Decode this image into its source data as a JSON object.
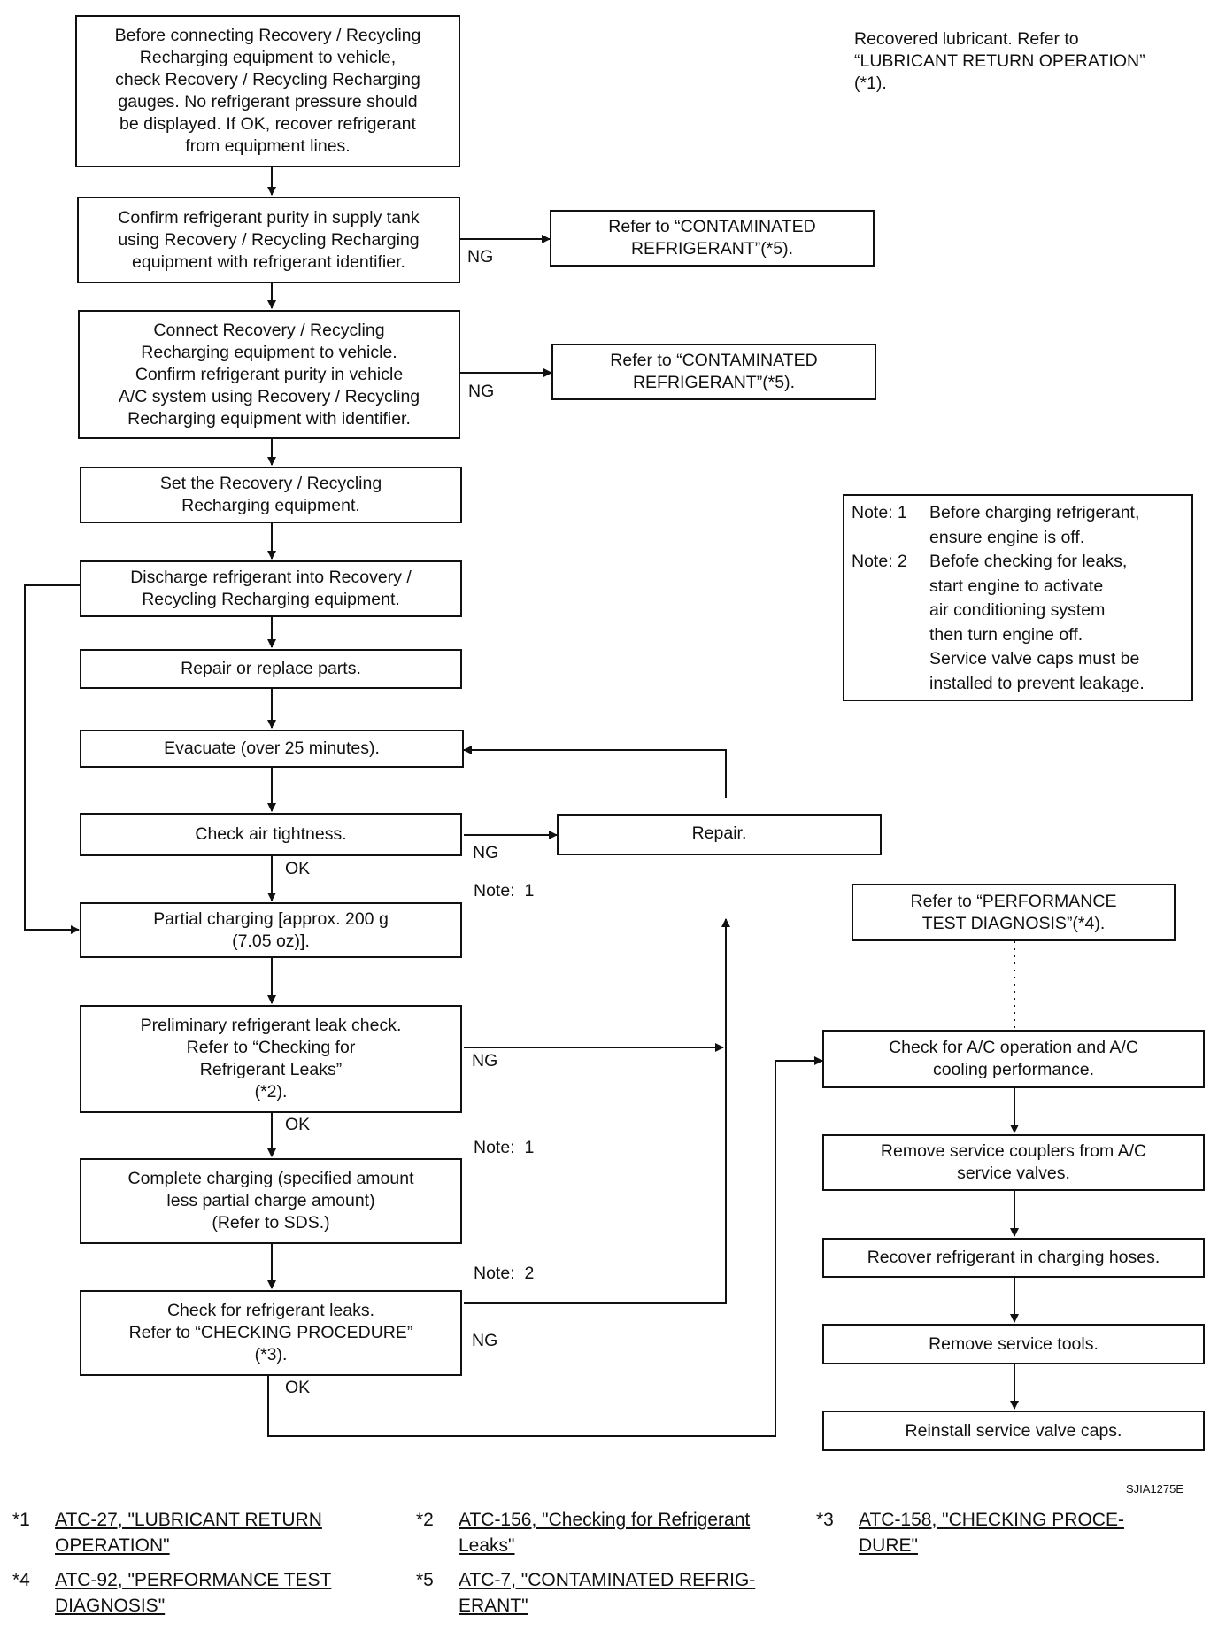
{
  "steps": {
    "s1": "Before connecting Recovery / Recycling\nRecharging equipment to vehicle,\ncheck Recovery / Recycling Recharging\ngauges. No refrigerant pressure should\nbe displayed. If OK, recover refrigerant\nfrom equipment lines.",
    "s2": "Confirm refrigerant purity in supply tank\nusing Recovery / Recycling Recharging\nequipment with refrigerant identifier.",
    "s3": "Connect Recovery / Recycling\nRecharging equipment to vehicle.\nConfirm refrigerant purity in vehicle\nA/C system using Recovery / Recycling\nRecharging equipment with identifier.",
    "s4": "Set the Recovery / Recycling\nRecharging equipment.",
    "s5": "Discharge refrigerant into Recovery /\nRecycling Recharging equipment.",
    "s6": "Repair or replace parts.",
    "s7": "Evacuate (over 25 minutes).",
    "s8": "Check air tightness.",
    "s9": "Partial charging [approx. 200 g\n(7.05 oz)].",
    "s10": "Preliminary refrigerant leak check.\nRefer to “Checking for\nRefrigerant Leaks”\n(*2).",
    "s11": "Complete charging (specified amount\nless partial charge amount)\n(Refer to SDS.)",
    "s12": "Check for refrigerant leaks.\nRefer to “CHECKING PROCEDURE”\n(*3).",
    "contaminated_1": "Refer to “CONTAMINATED\nREFRIGERANT”(*5).",
    "contaminated_2": "Refer to “CONTAMINATED\nREFRIGERANT”(*5).",
    "repair": "Repair.",
    "perf_ref": "Refer to “PERFORMANCE\nTEST DIAGNOSIS”(*4).",
    "r1": "Check for A/C operation and A/C\ncooling performance.",
    "r2": "Remove service couplers from A/C\nservice valves.",
    "r3": "Recover refrigerant in charging hoses.",
    "r4": "Remove service tools.",
    "r5": "Reinstall service valve caps."
  },
  "labels": {
    "ng": "NG",
    "ok": "OK",
    "note1": "Note:  1",
    "note2": "Note:  2"
  },
  "lubricant_note": "Recovered lubricant. Refer to\n“LUBRICANT RETURN OPERATION”\n(*1).",
  "notes_box": {
    "n1_head": "Note:  1",
    "n1_text": "Before charging refrigerant,\nensure engine is off.",
    "n2_head": "Note:  2",
    "n2_text": "Befofe checking for leaks,\nstart engine to activate\nair conditioning system\nthen turn engine off.\nService valve caps must be\ninstalled to prevent leakage."
  },
  "figure_id": "SJIA1275E",
  "references": [
    {
      "key": "*1",
      "text": "ATC-27, \"LUBRICANT RETURN\nOPERATION\""
    },
    {
      "key": "*2",
      "text": "ATC-156, \"Checking for Refrigerant\nLeaks\""
    },
    {
      "key": "*3",
      "text": "ATC-158, \"CHECKING PROCE-\nDURE\""
    },
    {
      "key": "*4",
      "text": "ATC-92, \"PERFORMANCE TEST\nDIAGNOSIS\""
    },
    {
      "key": "*5",
      "text": "ATC-7, \"CONTAMINATED REFRIG-\nERANT\""
    }
  ]
}
